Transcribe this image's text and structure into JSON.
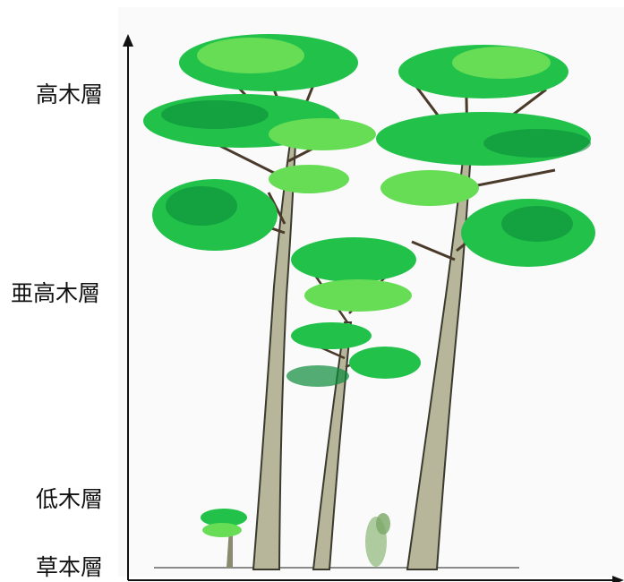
{
  "layers": {
    "emergent": "高木層",
    "canopy": "亜高木層",
    "shrub": "低木層",
    "herb": "草本層"
  },
  "colors": {
    "axis": "#111111",
    "trunk": "#b7b59a",
    "trunk_outline": "#3a3a2e",
    "leaf_light": "#66dd55",
    "leaf_mid": "#22c24a",
    "leaf_dark": "#0c8a3a",
    "ground": "#666666"
  }
}
